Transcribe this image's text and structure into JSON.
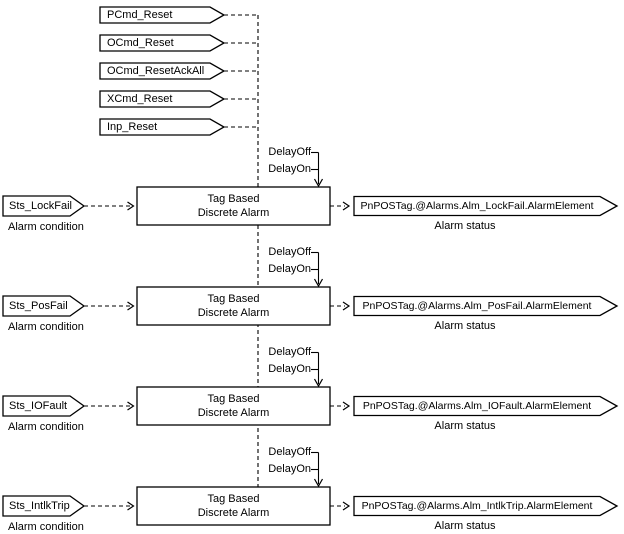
{
  "diagram": {
    "reset_inputs": [
      "PCmd_Reset",
      "OCmd_Reset",
      "OCmd_ResetAckAll",
      "XCmd_Reset",
      "Inp_Reset"
    ],
    "delay_off_label": "DelayOff",
    "delay_on_label": "DelayOn",
    "block_label_line1": "Tag Based",
    "block_label_line2": "Discrete Alarm",
    "input_caption": "Alarm condition",
    "output_caption": "Alarm status",
    "rows": [
      {
        "input": "Sts_LockFail",
        "output": "PnPOSTag.@Alarms.Alm_LockFail.AlarmElement"
      },
      {
        "input": "Sts_PosFail",
        "output": "PnPOSTag.@Alarms.Alm_PosFail.AlarmElement"
      },
      {
        "input": "Sts_IOFault",
        "output": "PnPOSTag.@Alarms.Alm_IOFault.AlarmElement"
      },
      {
        "input": "Sts_IntlkTrip",
        "output": "PnPOSTag.@Alarms.Alm_IntlkTrip.AlarmElement"
      }
    ],
    "colors": {
      "line": "#000000",
      "background": "#ffffff"
    }
  }
}
